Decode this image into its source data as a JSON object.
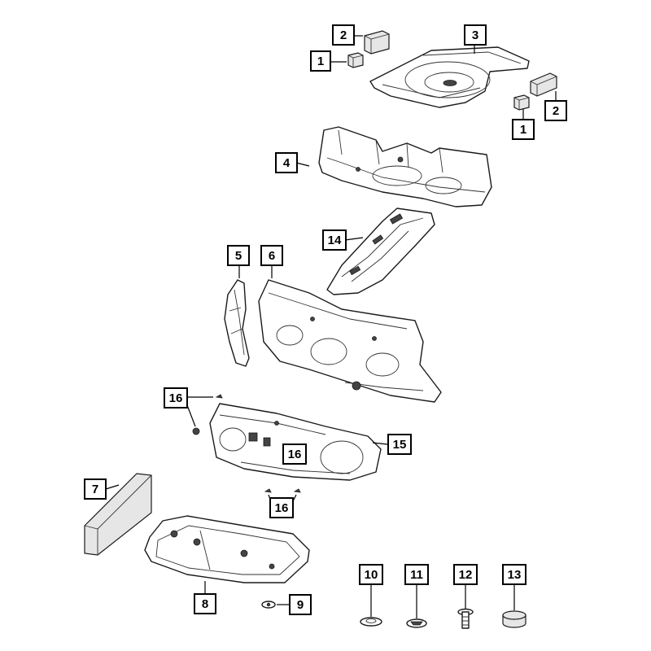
{
  "callouts": [
    {
      "id": "c2a",
      "label": "2"
    },
    {
      "id": "c1a",
      "label": "1"
    },
    {
      "id": "c3",
      "label": "3"
    },
    {
      "id": "c2b",
      "label": "2"
    },
    {
      "id": "c1b",
      "label": "1"
    },
    {
      "id": "c4",
      "label": "4"
    },
    {
      "id": "c14",
      "label": "14"
    },
    {
      "id": "c5",
      "label": "5"
    },
    {
      "id": "c6",
      "label": "6"
    },
    {
      "id": "c16a",
      "label": "16"
    },
    {
      "id": "c15",
      "label": "15"
    },
    {
      "id": "c16b",
      "label": "16"
    },
    {
      "id": "c7",
      "label": "7"
    },
    {
      "id": "c16c",
      "label": "16"
    },
    {
      "id": "c8",
      "label": "8"
    },
    {
      "id": "c9",
      "label": "9"
    },
    {
      "id": "c10",
      "label": "10"
    },
    {
      "id": "c11",
      "label": "11"
    },
    {
      "id": "c12",
      "label": "12"
    },
    {
      "id": "c13",
      "label": "13"
    }
  ]
}
